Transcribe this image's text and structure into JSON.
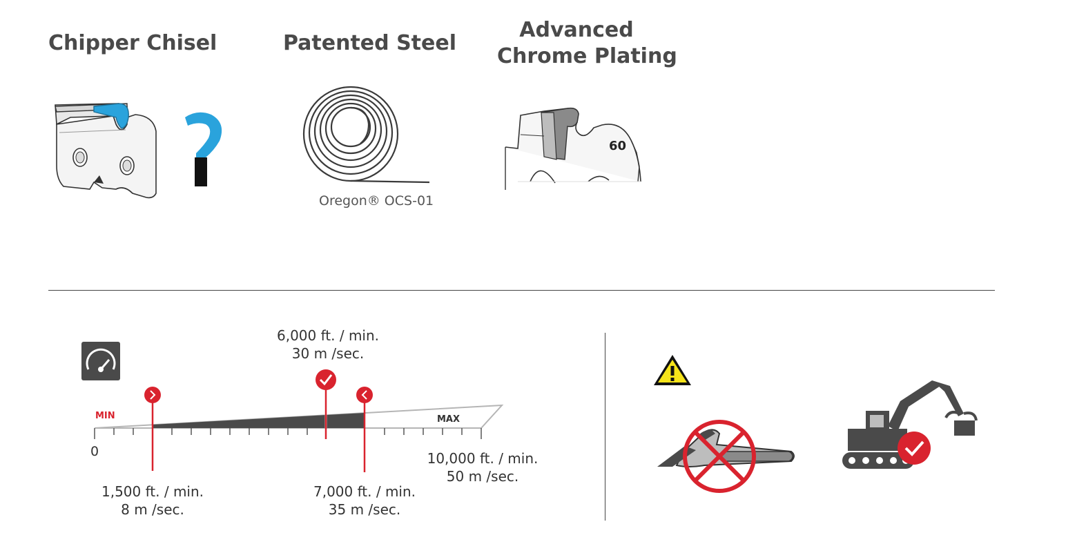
{
  "features": {
    "chipper_chisel": {
      "title": "Chipper Chisel"
    },
    "patented_steel": {
      "title": "Patented Steel",
      "caption": "Oregon® OCS-01"
    },
    "chrome_plating": {
      "title_line1": "Advanced",
      "title_line2": "Chrome Plating",
      "cutter_number": "60"
    }
  },
  "speed_scale": {
    "min_label": "MIN",
    "max_label": "MAX",
    "zero_label": "0",
    "recommended": {
      "ft": "6,000 ft. / min.",
      "m": "30 m /sec."
    },
    "lower_limit": {
      "ft": "1,500 ft. / min.",
      "m": "8 m /sec."
    },
    "upper_limit": {
      "ft": "7,000 ft. / min.",
      "m": "35 m /sec."
    },
    "maximum": {
      "ft": "10,000 ft. / min.",
      "m": "50 m /sec."
    },
    "icons": {
      "gauge": "speedometer-icon",
      "check": "check-icon",
      "lower_arrow": "chevron-right-icon",
      "upper_arrow": "chevron-left-icon"
    }
  },
  "usage": {
    "icons": {
      "warning": "warning-icon",
      "chainsaw": "chainsaw-icon",
      "prohibited": "prohibited-icon",
      "harvester": "harvester-icon",
      "approved": "check-icon"
    }
  },
  "colors": {
    "accent_red": "#d9232e",
    "accent_blue": "#2aa3dc",
    "dark_gray": "#4a4a4a",
    "warning_yellow": "#f5e31a"
  }
}
